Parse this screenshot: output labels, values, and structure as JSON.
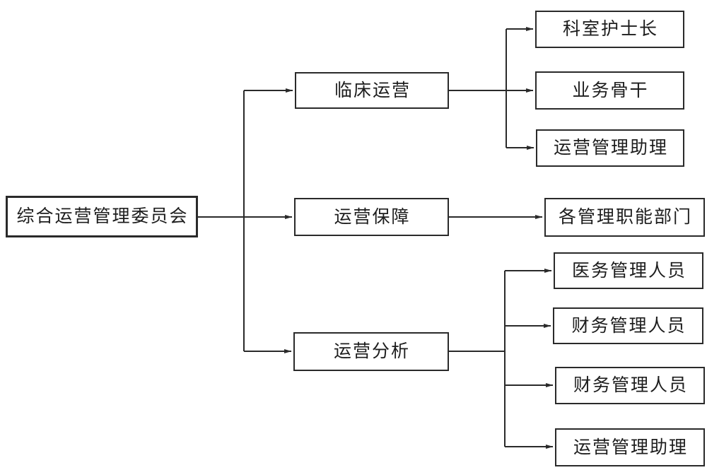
{
  "colors": {
    "line": "#2a2a2a",
    "box_border": "#2a2a2a",
    "box_fill": "#ffffff",
    "text": "#1d1d1d",
    "background": "#ffffff"
  },
  "diagram": {
    "type": "flowchart",
    "direction": "left-to-right",
    "root": {
      "label": "综合运营管理委员会"
    },
    "branches": [
      {
        "label": "临床运营",
        "children": [
          {
            "label": "科室护士长"
          },
          {
            "label": "业务骨干"
          },
          {
            "label": "运营管理助理"
          }
        ]
      },
      {
        "label": "运营保障",
        "children": [
          {
            "label": "各管理职能部门"
          }
        ]
      },
      {
        "label": "运营分析",
        "children": [
          {
            "label": "医务管理人员"
          },
          {
            "label": "财务管理人员"
          },
          {
            "label": "财务管理人员"
          },
          {
            "label": "运营管理助理"
          }
        ]
      }
    ]
  }
}
